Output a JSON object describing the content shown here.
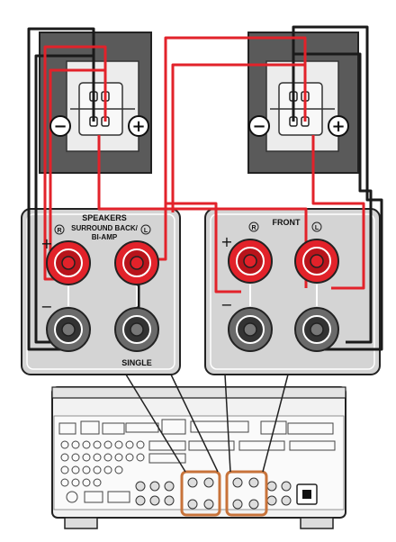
{
  "left_panel": {
    "title_line1": "SPEAKERS",
    "title_line2": "SURROUND BACK/",
    "title_line3": "BI-AMP",
    "right_channel_mark": "R",
    "left_channel_mark": "L",
    "positive_sign": "+",
    "negative_sign": "−",
    "bottom_label": "SINGLE"
  },
  "right_panel": {
    "title": "FRONT",
    "right_channel_mark": "R",
    "left_channel_mark": "L",
    "positive_sign": "+",
    "negative_sign": "−"
  },
  "speakers": {
    "negative_symbol": "−",
    "positive_symbol": "+"
  },
  "colors": {
    "positive_wire": "#e2222a",
    "negative_wire": "#1a1a1a",
    "panel_fill": "#d4d4d4",
    "speaker_cabinet": "#5a5a5a",
    "highlight_box": "#c8733a"
  }
}
